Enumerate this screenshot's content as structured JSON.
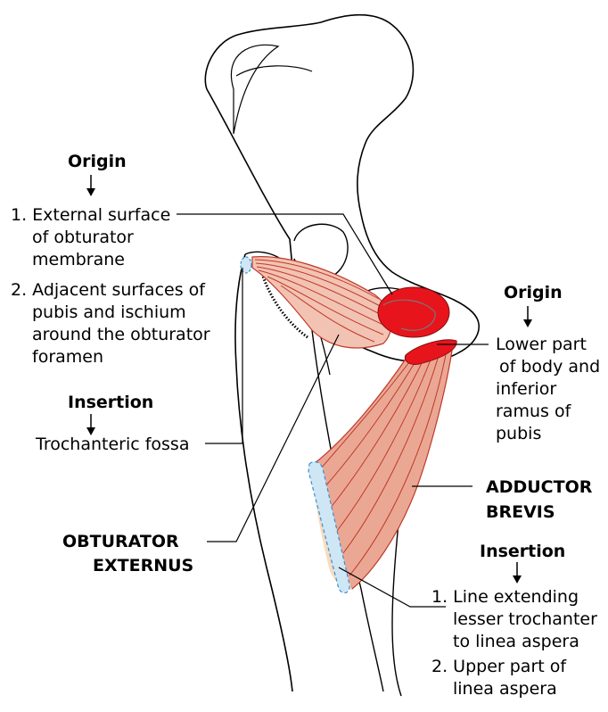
{
  "colors": {
    "muscle_light": "#f2c3b2",
    "muscle_mid": "#e59a86",
    "muscle_line": "#c0392b",
    "origin_red": "#e8141c",
    "insertion_blue": "#cfe6f5",
    "insertion_blue_stroke": "#3a8fcf",
    "tendon_tan": "#f6dcc0"
  },
  "left_origin": {
    "heading": "Origin",
    "items": [
      "1. External surface",
      "of obturator",
      "membrane",
      "2. Adjacent surfaces of",
      "pubis and ischium",
      "around the obturator",
      "foramen"
    ]
  },
  "left_insertion": {
    "heading": "Insertion",
    "text": "Trochanteric fossa"
  },
  "obturator_externus": {
    "line1": "OBTURATOR",
    "line2": "EXTERNUS"
  },
  "right_origin": {
    "heading": "Origin",
    "items": [
      "Lower part",
      "of body and",
      "inferior",
      "ramus of",
      "pubis"
    ]
  },
  "adductor_brevis": {
    "line1": "ADDUCTOR",
    "line2": "BREVIS"
  },
  "right_insertion": {
    "heading": "Insertion",
    "items": [
      "1. Line extending",
      "lesser trochanter",
      "to linea aspera",
      "2. Upper part of",
      "linea aspera"
    ]
  }
}
